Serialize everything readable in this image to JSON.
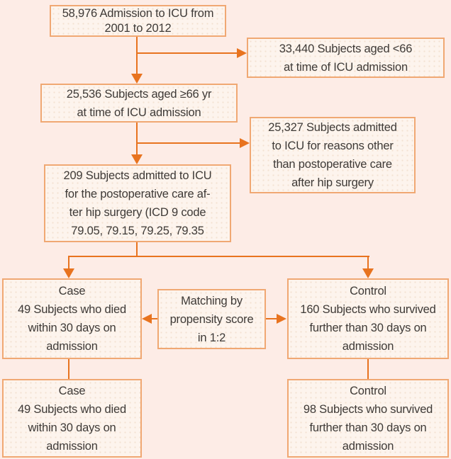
{
  "diagram": {
    "colors": {
      "bg": "#fdece6",
      "boxfill": "#fdf4ed",
      "dot": "#f3e2d2",
      "border": "#f0a873",
      "arrow": "#e8731f",
      "text": "#3e3a37"
    },
    "boxes": {
      "icu_admissions": {
        "lines": [
          "58,976 Admission to ICU from",
          "2001 to 2012"
        ]
      },
      "excluded_age": {
        "lines": [
          "33,440 Subjects aged <66",
          "at time of ICU admission"
        ]
      },
      "aged_66": {
        "lines": [
          "25,536 Subjects aged ≥66 yr",
          "at time of ICU admission"
        ]
      },
      "excluded_reason": {
        "lines": [
          "25,327 Subjects admitted",
          "to ICU for reasons other",
          "than postoperative care",
          "after hip surgery"
        ]
      },
      "postop_hip": {
        "lines": [
          "209 Subjects admitted to ICU",
          "for the postoperative care af-",
          "ter hip surgery (ICD 9 code",
          "79.05, 79.15, 79.25, 79.35"
        ]
      },
      "case_all": {
        "lines": [
          "Case",
          "49 Subjects who died",
          "within 30 days on",
          "admission"
        ]
      },
      "matching": {
        "lines": [
          "Matching by",
          "propensity score",
          "in 1:2"
        ]
      },
      "control_all": {
        "lines": [
          "Control",
          "160 Subjects who survived",
          "further than 30 days on",
          "admission"
        ]
      },
      "case_matched": {
        "lines": [
          "Case",
          "49 Subjects who died",
          "within 30 days on",
          "admission"
        ]
      },
      "control_matched": {
        "lines": [
          "Control",
          "98 Subjects who survived",
          "further than 30 days on",
          "admission"
        ]
      }
    },
    "edges": [
      {
        "from": "icu_admissions",
        "to": "aged_66",
        "type": "arrow-down"
      },
      {
        "from": "icu_admissions",
        "to": "excluded_age",
        "type": "arrow-right"
      },
      {
        "from": "aged_66",
        "to": "postop_hip",
        "type": "arrow-down"
      },
      {
        "from": "aged_66",
        "to": "excluded_reason",
        "type": "arrow-right"
      },
      {
        "from": "postop_hip",
        "to": "case_all",
        "type": "arrow-down-branch"
      },
      {
        "from": "postop_hip",
        "to": "control_all",
        "type": "arrow-down-branch"
      },
      {
        "from": "matching",
        "to": "case_all",
        "type": "arrow-left"
      },
      {
        "from": "matching",
        "to": "control_all",
        "type": "arrow-right"
      },
      {
        "from": "case_all",
        "to": "case_matched",
        "type": "line"
      },
      {
        "from": "control_all",
        "to": "control_matched",
        "type": "line"
      }
    ]
  }
}
